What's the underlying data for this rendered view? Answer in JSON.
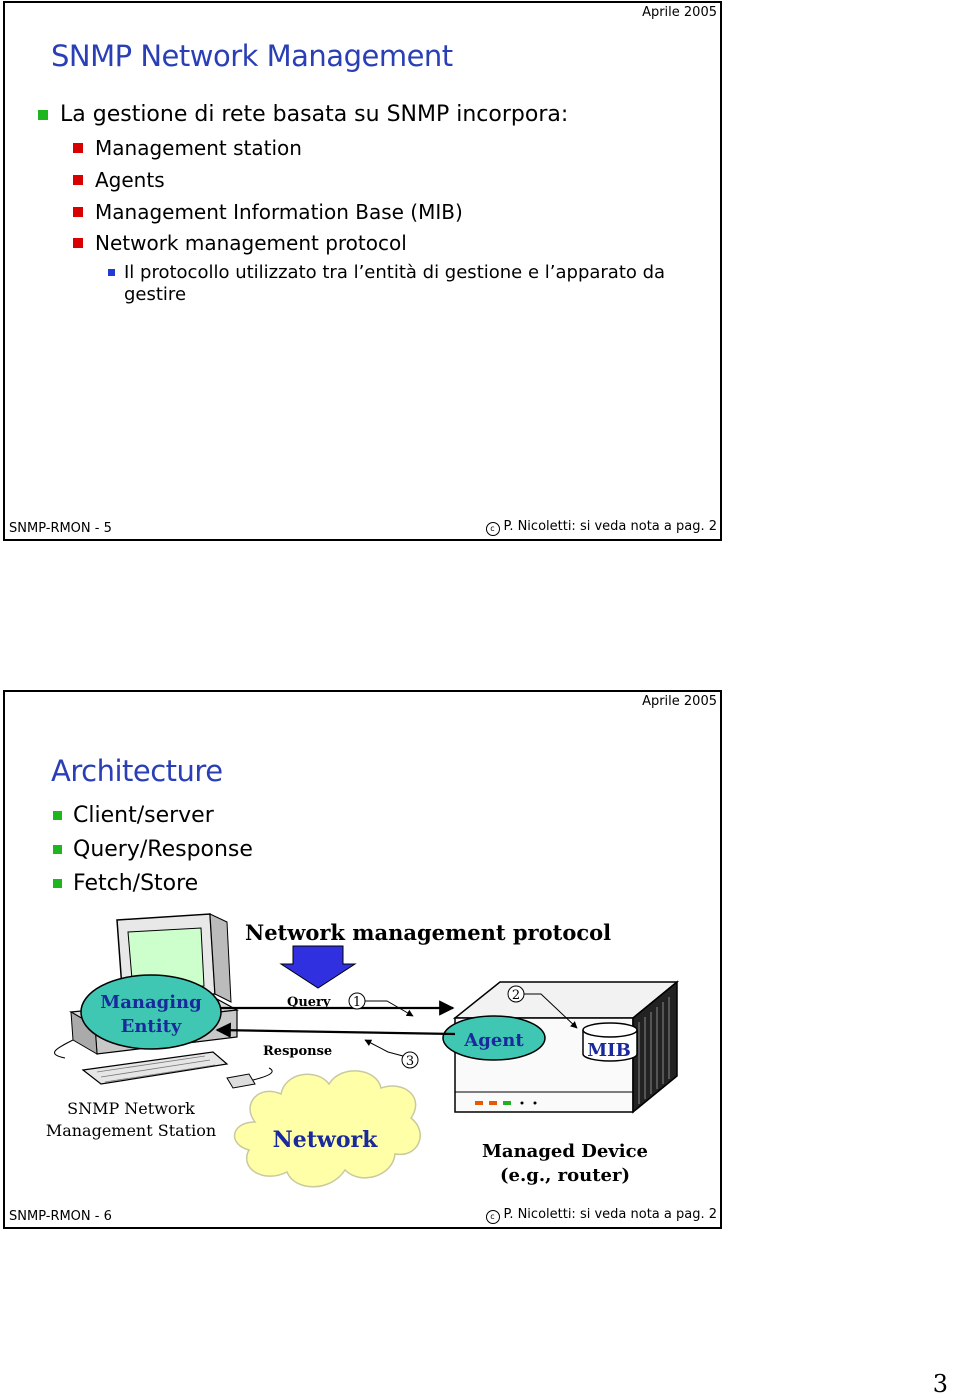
{
  "slide1": {
    "date": "Aprile 2005",
    "title": "SNMP Network Management",
    "bullets": [
      "La gestione di rete basata su SNMP incorpora:",
      "Management station",
      "Agents",
      "Management Information Base (MIB)",
      "Network management protocol"
    ],
    "sub_bullet_line1": "Il protocollo utilizzato tra l’entità di gestione e l’apparato da",
    "sub_bullet_line2": "gestire",
    "footer_left": "SNMP-RMON - 5",
    "footer_right": "P. Nicoletti: si veda nota a  pag. 2",
    "copyright_symbol": "c"
  },
  "slide2": {
    "date": "Aprile 2005",
    "title": "Architecture",
    "bullets": [
      "Client/server",
      "Query/Response",
      "Fetch/Store"
    ],
    "diagram": {
      "protocol_label": "Network management protocol",
      "managing_entity_line1": "Managing",
      "managing_entity_line2": "Entity",
      "query": "Query",
      "response": "Response",
      "step1": "1",
      "step2": "2",
      "step3": "3",
      "agent": "Agent",
      "mib": "MIB",
      "station_line1": "SNMP Network",
      "station_line2": "Management Station",
      "network": "Network",
      "device_line1": "Managed Device",
      "device_line2": "(e.g., router)"
    },
    "footer_left": "SNMP-RMON - 6",
    "footer_right": "P. Nicoletti: si veda nota a  pag. 2",
    "copyright_symbol": "c"
  },
  "page_number": "3",
  "colors": {
    "title": "#2a3fb6",
    "bullet_red": "#d90000",
    "bullet_green": "#1fb51f",
    "bullet_blue": "#1f3bd6",
    "entity_fill": "#3fc7b3",
    "cloud_fill": "#ffffa8",
    "arrow_fill": "#3030e0"
  }
}
